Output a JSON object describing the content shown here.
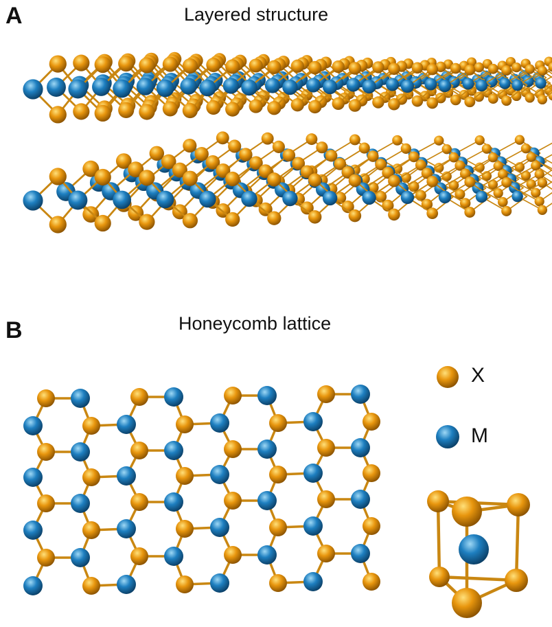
{
  "panel_a": {
    "label": "A",
    "title": "Layered structure"
  },
  "panel_b": {
    "label": "B",
    "title": "Honeycomb lattice"
  },
  "legend": [
    {
      "label": "X",
      "color": "#E8960E"
    },
    {
      "label": "M",
      "color": "#1E7FC0"
    }
  ],
  "colors": {
    "X": "#E8960E",
    "M": "#1E7FC0",
    "bond": "#C98712"
  }
}
